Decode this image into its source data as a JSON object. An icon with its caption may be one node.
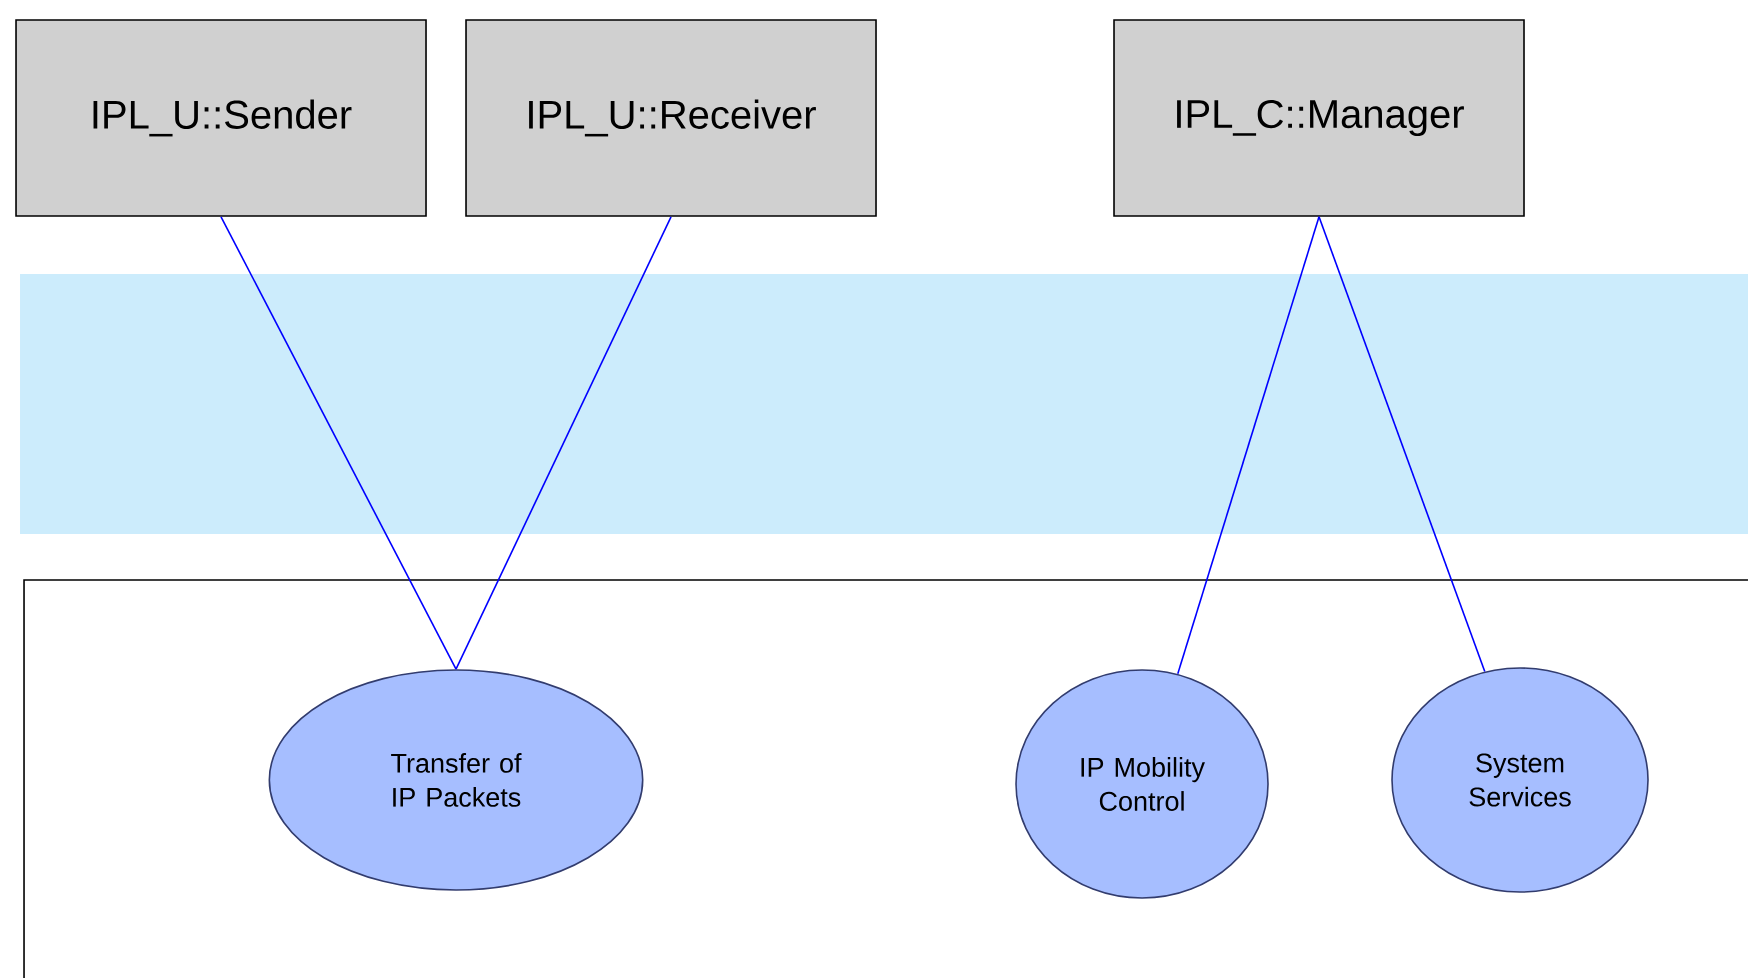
{
  "diagram": {
    "nodes": [
      {
        "text": [
          "IPL_U::Sender"
        ]
      },
      {
        "text": [
          "IPL_U::Receiver"
        ]
      },
      {
        "text": [
          "IPL_C::Manager"
        ]
      },
      {
        "text": [
          "Transfer of IP Packets"
        ]
      },
      {
        "text": [
          "IP Mobility Control"
        ]
      },
      {
        "text": [
          "System Services"
        ]
      }
    ],
    "edges": [
      {
        "from": 0,
        "to": 3,
        "arrow": "none"
      },
      {
        "from": 1,
        "to": 3,
        "arrow": "none"
      },
      {
        "from": 2,
        "to": 4,
        "arrow": "none"
      },
      {
        "from": 2,
        "to": 5,
        "arrow": "none"
      }
    ]
  }
}
